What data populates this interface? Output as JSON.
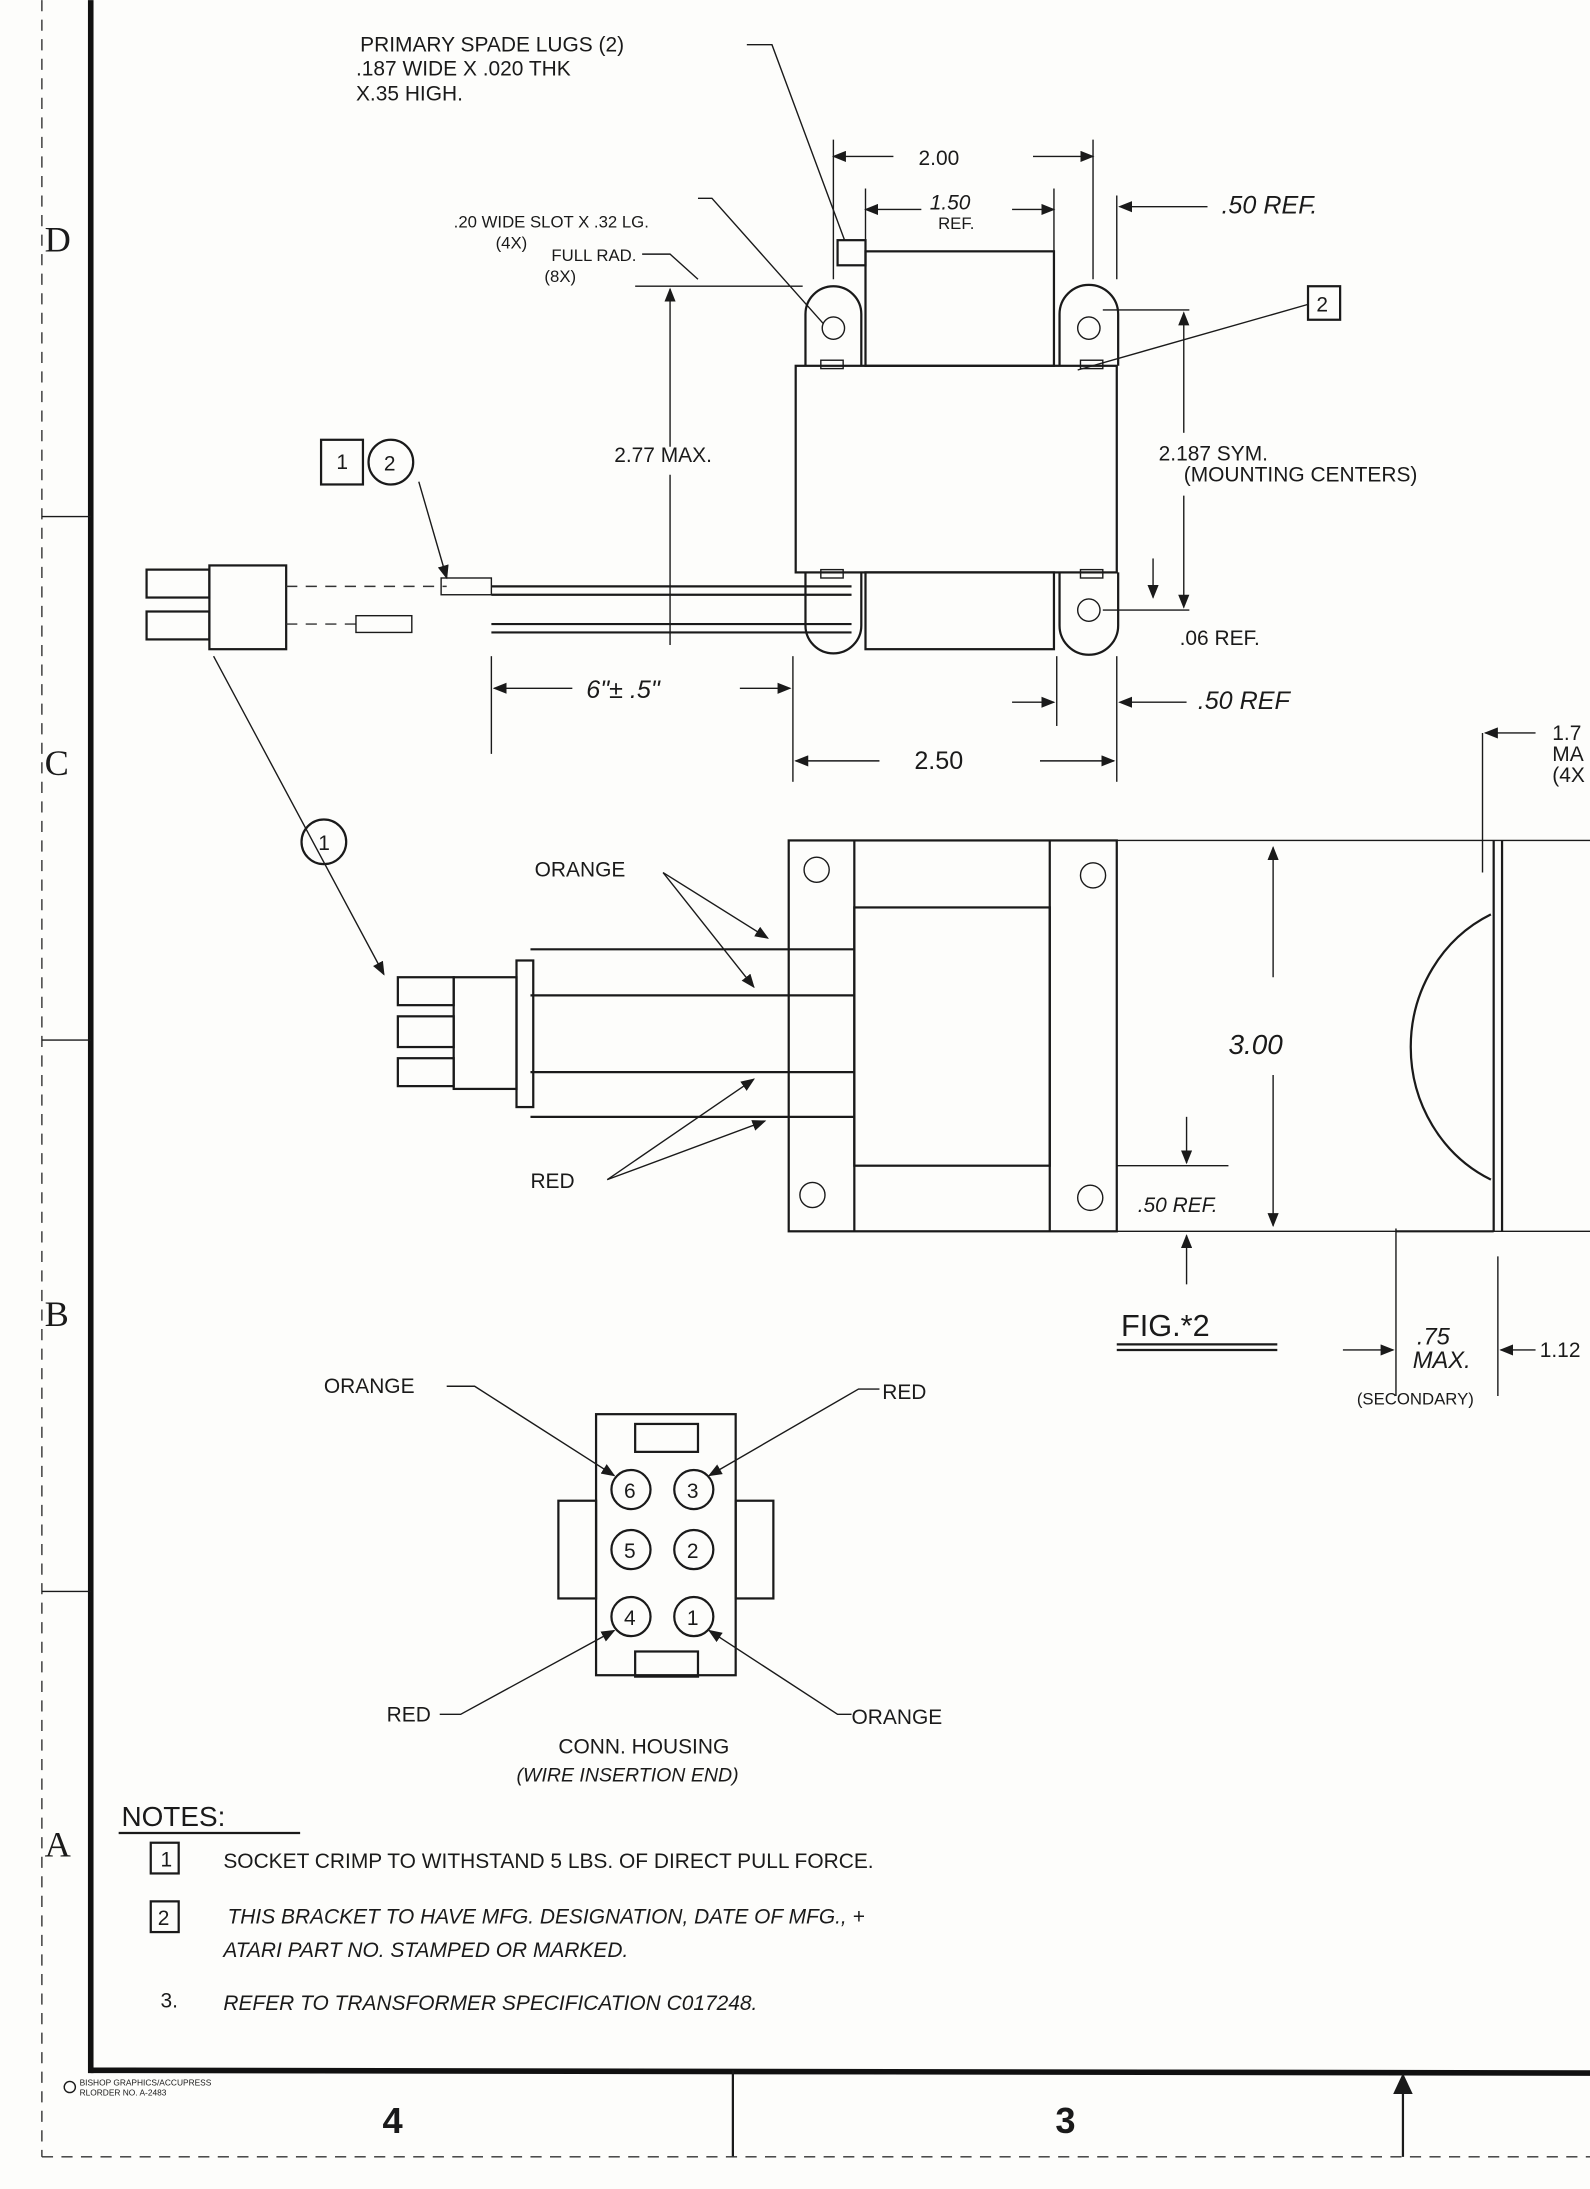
{
  "zones": [
    "D",
    "C",
    "B",
    "A"
  ],
  "columns": [
    "4",
    "3"
  ],
  "footer": {
    "printer_line1": "BISHOP GRAPHICS/ACCUPRESS",
    "printer_line2": "RLORDER NO. A-2483"
  },
  "top_view": {
    "spade_lugs": [
      "PRIMARY SPADE LUGS (2)",
      ".187 WIDE X .020 THK",
      "X.35 HIGH."
    ],
    "slot": [
      ".20 WIDE SLOT X .32 LG.",
      "(4X)"
    ],
    "full_rad": [
      "FULL RAD.",
      "(8X)"
    ],
    "dim_200": "2.00",
    "dim_150": [
      "1.50",
      "REF."
    ],
    "dim_50_ref_top": ".50 REF.",
    "note_box_2": "2",
    "dim_277": "2.77 MAX.",
    "dim_2187": [
      "2.187 SYM.",
      "(MOUNTING CENTERS)"
    ],
    "callout_box": "1",
    "callout_circle": "2",
    "dim_06": ".06 REF.",
    "dim_wire": "6\"± .5\"",
    "dim_50_ref_bottom": ".50 REF",
    "dim_250": "2.50"
  },
  "front_view": {
    "callout_circle": "1",
    "orange": "ORANGE",
    "red": "RED",
    "dim_300": "3.00",
    "dim_50_ref": ".50 REF.",
    "fig_label": "FIG.*2"
  },
  "side_view": {
    "dim_17": [
      "1.7",
      "MA",
      "(4X"
    ],
    "dim_75": [
      ".75",
      "MAX.",
      "(SECONDARY)"
    ],
    "dim_112": "1.12"
  },
  "housing": {
    "pins": [
      "6",
      "3",
      "5",
      "2",
      "4",
      "1"
    ],
    "label_orange_top": "ORANGE",
    "label_red_top": "RED",
    "label_red_bottom": "RED",
    "label_orange_bottom": "ORANGE",
    "title": "CONN. HOUSING",
    "subtitle": "(WIRE INSERTION END)"
  },
  "notes": {
    "heading": "NOTES:",
    "items": [
      {
        "marker": "1",
        "lines": [
          "SOCKET CRIMP TO WITHSTAND 5 LBS. OF DIRECT PULL FORCE."
        ]
      },
      {
        "marker": "2",
        "lines": [
          "THIS BRACKET TO HAVE MFG. DESIGNATION, DATE OF MFG., +",
          "ATARI PART NO. STAMPED OR MARKED."
        ]
      },
      {
        "marker": "3.",
        "lines": [
          "REFER TO TRANSFORMER SPECIFICATION C017248."
        ]
      }
    ]
  }
}
